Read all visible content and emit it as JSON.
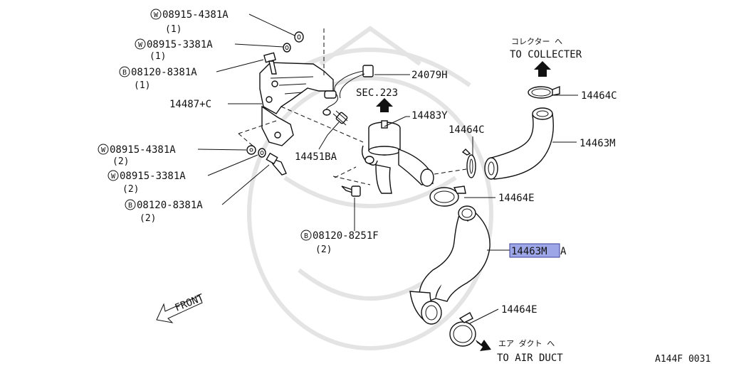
{
  "labels": {
    "w_08915_4381a_top": "08915-4381A",
    "w_08915_4381a_top_qty": "(1)",
    "w_08915_3381a_top": "08915-3381A",
    "w_08915_3381a_top_qty": "(1)",
    "b_08120_8381a_top": "08120-8381A",
    "b_08120_8381a_top_qty": "(1)",
    "p_14487c": "14487+C",
    "w_08915_4381a_bot": "08915-4381A",
    "w_08915_4381a_bot_qty": "(2)",
    "w_08915_3381a_bot": "08915-3381A",
    "w_08915_3381a_bot_qty": "(2)",
    "b_08120_8381a_bot": "08120-8381A",
    "b_08120_8381a_bot_qty": "(2)",
    "b_08120_8251f": "08120-8251F",
    "b_08120_8251f_qty": "(2)",
    "p_24079h": "24079H",
    "sec_223": "SEC.223",
    "p_14483y": "14483Y",
    "p_14451ba": "14451BA",
    "p_14464c_left": "14464C",
    "p_14464c_top": "14464C",
    "p_14463m": "14463M",
    "p_14464e_mid": "14464E",
    "p_14463ma_hl": "14463M",
    "p_14463ma_tail": "A",
    "p_14464e_bot": "14464E",
    "collector_jp": "コレクター へ",
    "collector_en": "TO COLLECTER",
    "air_duct_jp": "エア ダクト へ",
    "air_duct_en": "TO AIR DUCT",
    "front": "FRONT",
    "diagram_code": "A144F 0031",
    "washer_mark": "W",
    "bolt_mark": "B"
  },
  "colors": {
    "highlight_fill": "#9da6e6",
    "highlight_stroke": "#3b3f9a",
    "line": "#111111",
    "watermark": "#e4e4e4"
  }
}
